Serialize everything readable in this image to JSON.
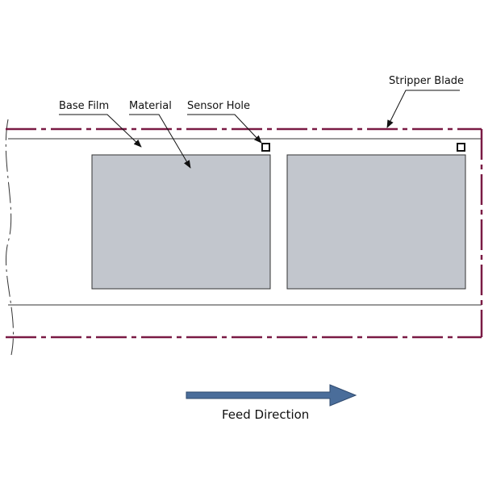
{
  "labels": {
    "base_film": "Base Film",
    "material": "Material",
    "sensor_hole": "Sensor Hole",
    "stripper_blade": "Stripper Blade",
    "feed_direction": "Feed Direction"
  },
  "colors": {
    "stripper_blade": "#7a1a44",
    "material_fill": "#c2c6cd",
    "feed_arrow_fill": "#4a6d9a",
    "feed_arrow_stroke": "#2f4a6e",
    "outline": "#333333"
  }
}
